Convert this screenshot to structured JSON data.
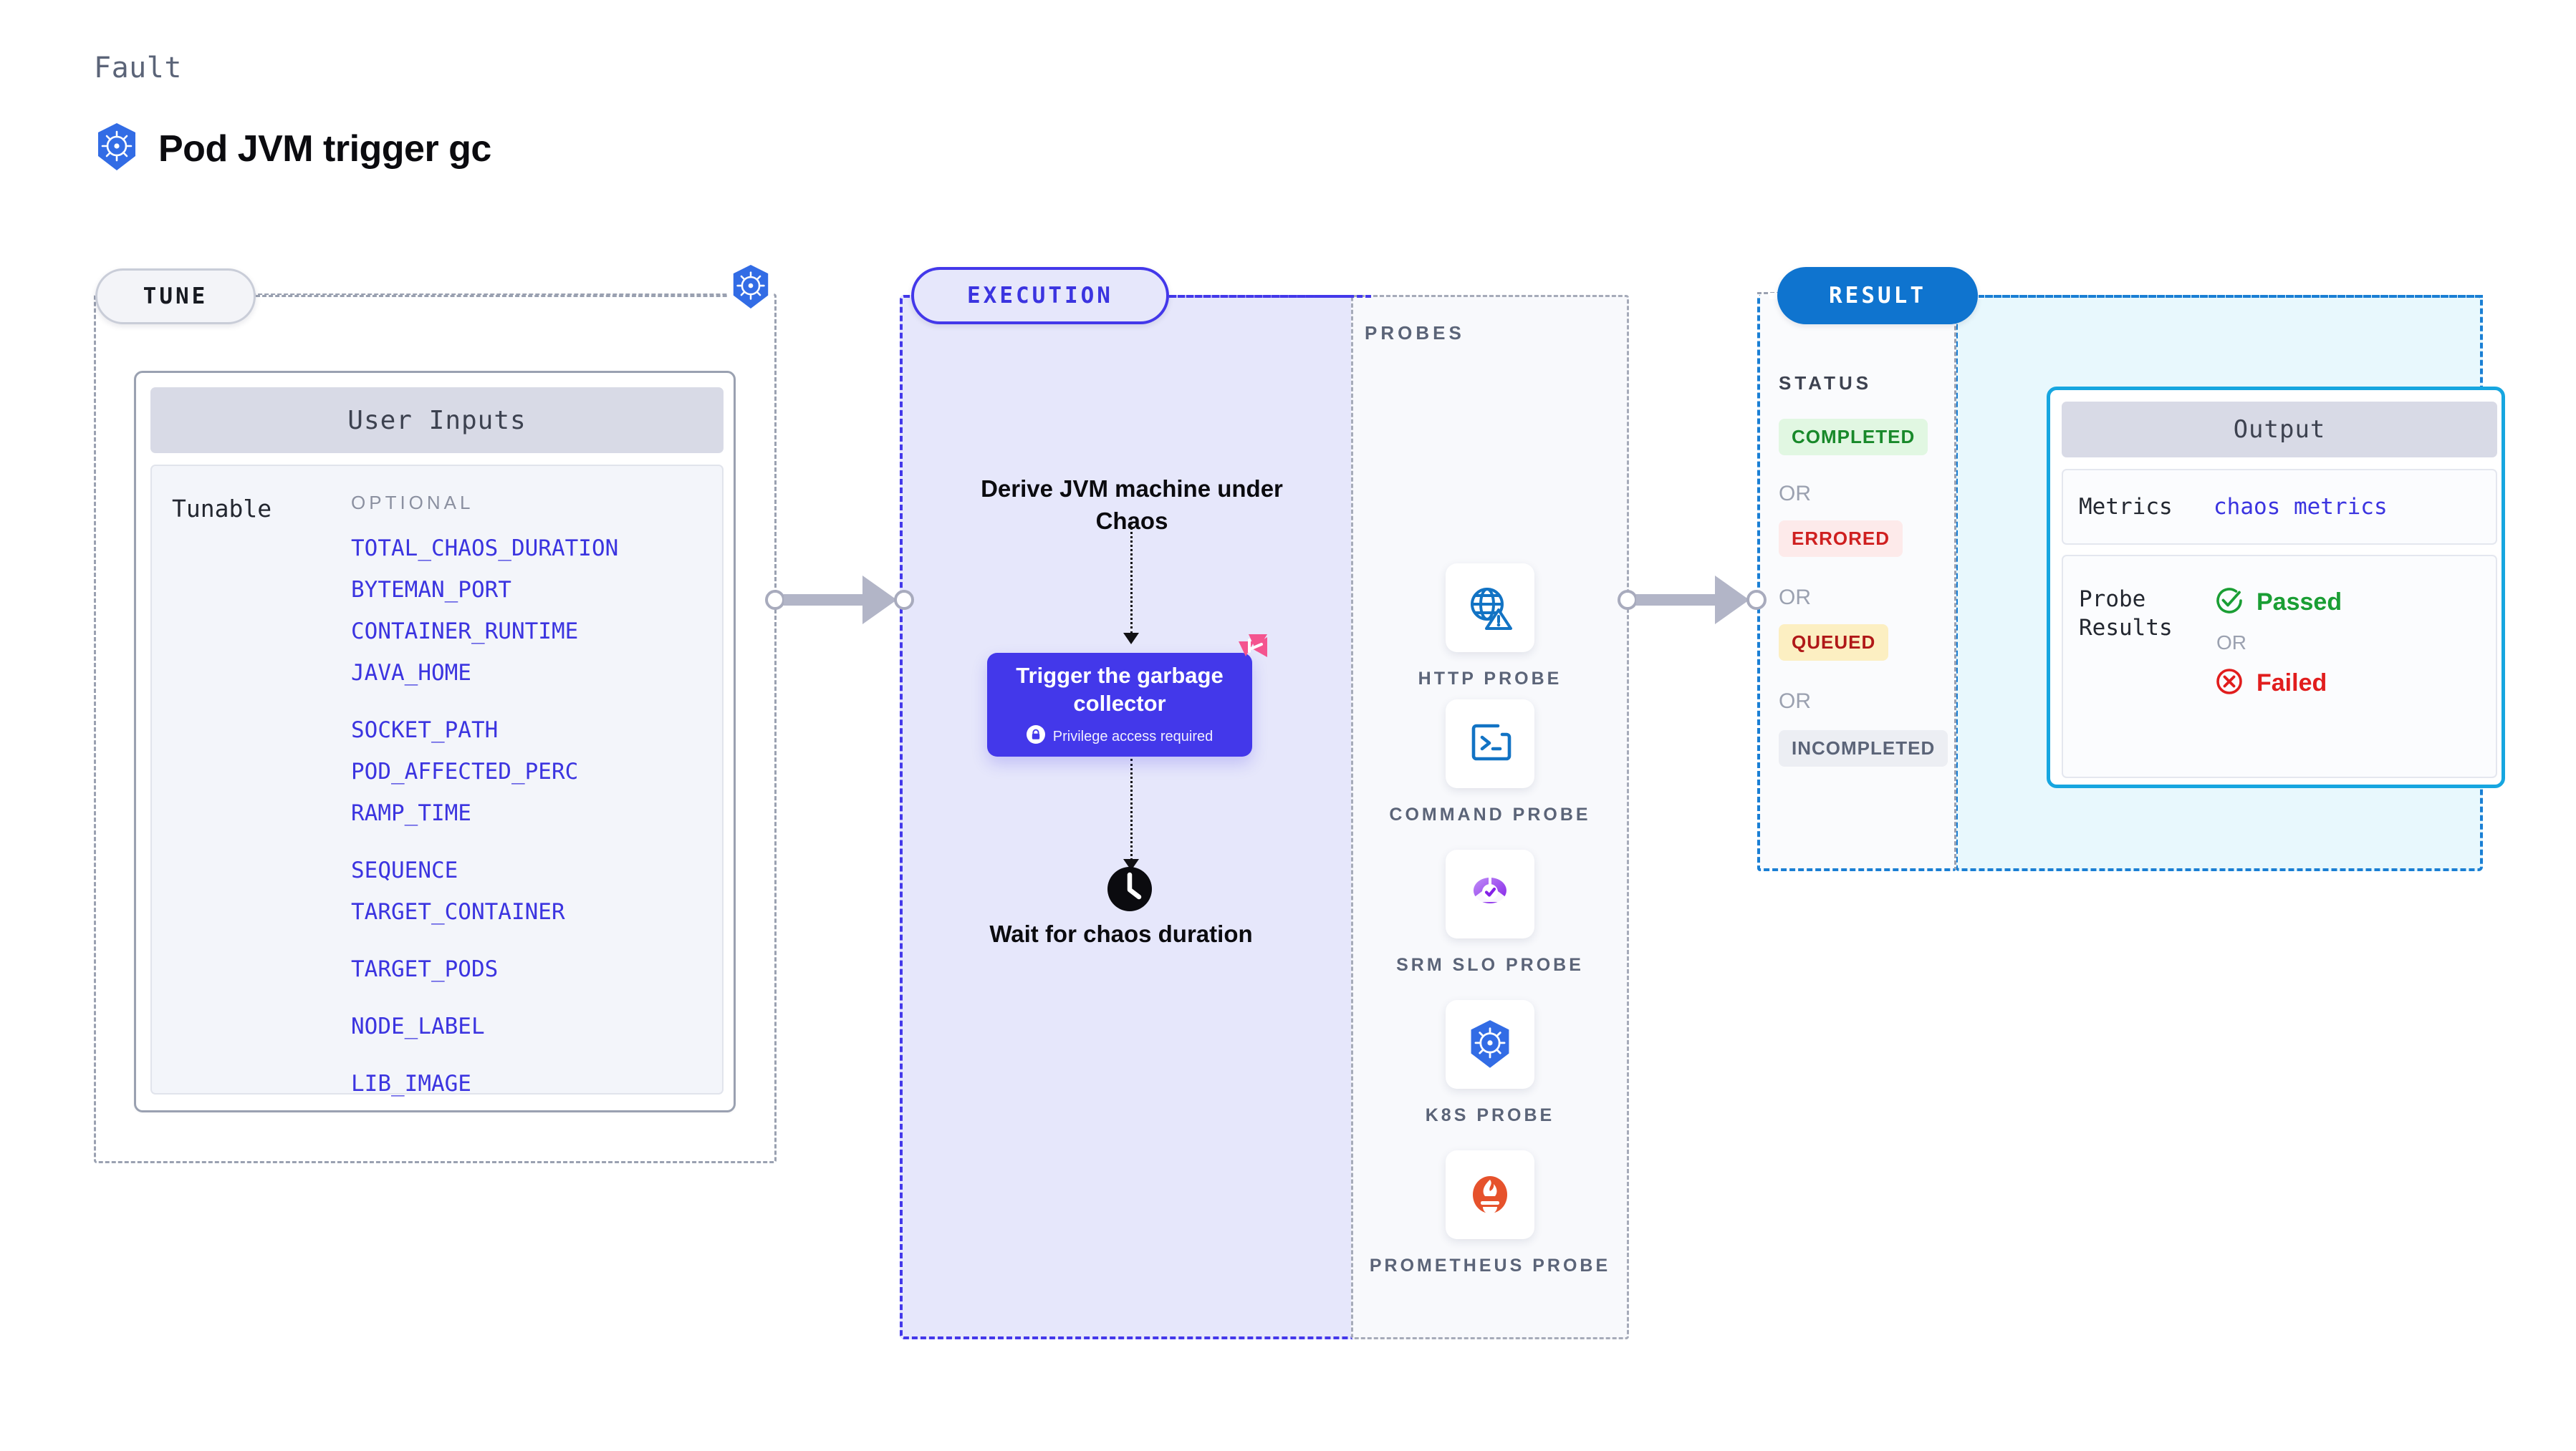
{
  "header": {
    "eyebrow": "Fault",
    "title": "Pod JVM trigger gc",
    "icon": "kubernetes-icon"
  },
  "tune": {
    "pill_label": "TUNE",
    "badge_icon": "kubernetes-icon",
    "card": {
      "header": "User Inputs",
      "row_label": "Tunable",
      "column_label": "OPTIONAL",
      "tunables": [
        {
          "name": "TOTAL_CHAOS_DURATION",
          "gap": false
        },
        {
          "name": "BYTEMAN_PORT",
          "gap": false
        },
        {
          "name": "CONTAINER_RUNTIME",
          "gap": false
        },
        {
          "name": "JAVA_HOME",
          "gap": false
        },
        {
          "name": "SOCKET_PATH",
          "gap": true
        },
        {
          "name": "POD_AFFECTED_PERC",
          "gap": false
        },
        {
          "name": "RAMP_TIME",
          "gap": false
        },
        {
          "name": "SEQUENCE",
          "gap": true
        },
        {
          "name": "TARGET_CONTAINER",
          "gap": false
        },
        {
          "name": "TARGET_PODS",
          "gap": true
        },
        {
          "name": "NODE_LABEL",
          "gap": true
        },
        {
          "name": "LIB_IMAGE",
          "gap": true
        }
      ]
    }
  },
  "execution": {
    "pill_label": "EXECUTION",
    "step_derive": "Derive JVM machine under Chaos",
    "action_card": {
      "title": "Trigger the garbage collector",
      "privilege_note": "Privilege access required",
      "lock_icon": "lock-icon",
      "corner_badge_icon": "litmuschaos-logo-icon"
    },
    "step_wait": "Wait for chaos duration",
    "wait_icon": "clock-icon"
  },
  "probes": {
    "section_label": "PROBES",
    "items": [
      {
        "label": "HTTP PROBE",
        "icon": "globe-warning-icon"
      },
      {
        "label": "COMMAND PROBE",
        "icon": "terminal-icon"
      },
      {
        "label": "SRM SLO PROBE",
        "icon": "srm-slo-icon"
      },
      {
        "label": "K8S PROBE",
        "icon": "kubernetes-icon"
      },
      {
        "label": "PROMETHEUS PROBE",
        "icon": "prometheus-icon"
      }
    ]
  },
  "result": {
    "pill_label": "RESULT",
    "status_label": "STATUS",
    "or_label": "OR",
    "statuses": [
      {
        "label": "COMPLETED",
        "bg": "#e1f7e2",
        "fg": "#18892a"
      },
      {
        "label": "ERRORED",
        "bg": "#fdeaea",
        "fg": "#cf2020"
      },
      {
        "label": "QUEUED",
        "bg": "#fcefc2",
        "fg": "#b01818"
      },
      {
        "label": "INCOMPLETED",
        "bg": "#eceef3",
        "fg": "#5b6478"
      }
    ],
    "output": {
      "header": "Output",
      "metrics_key": "Metrics",
      "metrics_value": "chaos metrics",
      "probe_results_key": "Probe Results",
      "passed_label": "Passed",
      "failed_label": "Failed",
      "or_label": "OR",
      "passed_icon": "check-circle-icon",
      "failed_icon": "x-circle-icon"
    }
  },
  "colors": {
    "accent_indigo": "#4338ea",
    "accent_blue": "#1a7fd4",
    "accent_cyan": "#16a6e0",
    "k8s_blue": "#326ce5",
    "pink": "#f4558f",
    "pass_green": "#1a9e34",
    "fail_red": "#e11d1d"
  }
}
